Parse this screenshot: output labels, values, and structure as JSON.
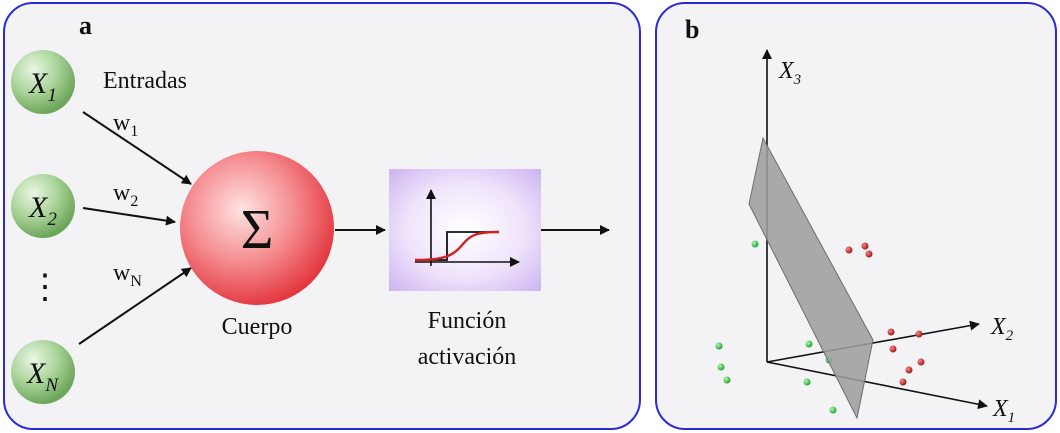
{
  "panel_a": {
    "label": "a",
    "inputs": [
      {
        "base": "X",
        "sub": "1"
      },
      {
        "base": "X",
        "sub": "2"
      },
      {
        "base": "X",
        "sub": "N"
      }
    ],
    "ellipsis": "⋮",
    "inputs_title": "Entradas",
    "weights": [
      {
        "base": "w",
        "sub": "1"
      },
      {
        "base": "w",
        "sub": "2"
      },
      {
        "base": "w",
        "sub": "N"
      }
    ],
    "sum_symbol": "Σ",
    "body_label": "Cuerpo",
    "activation_label_line1": "Función",
    "activation_label_line2": "activación",
    "colors": {
      "input_node": "#8fc17f",
      "body_node": "#ef5a60",
      "activation_box": "#dcc8f4",
      "sigmoid": "#d22020"
    }
  },
  "panel_b": {
    "label": "b",
    "axes": [
      {
        "base": "X",
        "sub": "3"
      },
      {
        "base": "X",
        "sub": "2"
      },
      {
        "base": "X",
        "sub": "1"
      }
    ],
    "colors": {
      "class_green": "#2ecc40",
      "class_red": "#c62828",
      "plane": "#9e9e9e"
    }
  }
}
